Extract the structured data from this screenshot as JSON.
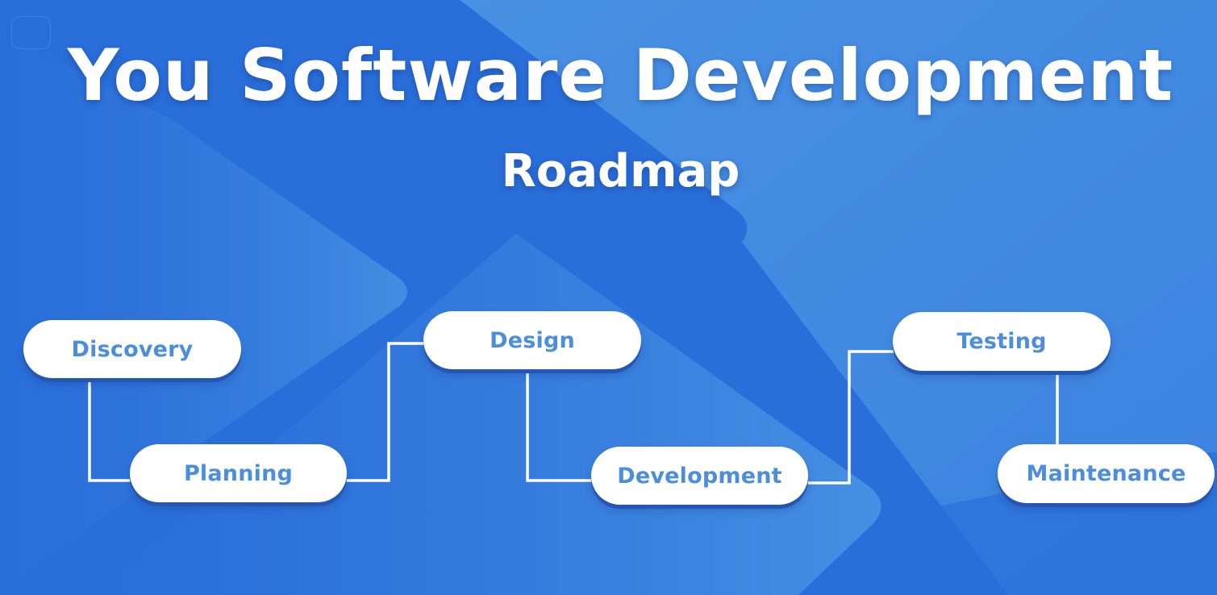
{
  "header": {
    "title": "You Software Development",
    "subtitle": "Roadmap"
  },
  "colors": {
    "background": "#2a6ed9",
    "background_light": "#4a94e3",
    "pill_fill": "#ffffff",
    "pill_text": "#4b8ede",
    "pill_shadow": "#2456b3",
    "connector": "#ffffff"
  },
  "roadmap": {
    "steps": [
      {
        "label": "Discovery",
        "order": 1
      },
      {
        "label": "Planning",
        "order": 2
      },
      {
        "label": "Design",
        "order": 3
      },
      {
        "label": "Development",
        "order": 4
      },
      {
        "label": "Testing",
        "order": 5
      },
      {
        "label": "Maintenance",
        "order": 6
      }
    ],
    "connections": [
      {
        "from": "Discovery",
        "to": "Planning"
      },
      {
        "from": "Planning",
        "to": "Design"
      },
      {
        "from": "Design",
        "to": "Development"
      },
      {
        "from": "Development",
        "to": "Testing"
      },
      {
        "from": "Testing",
        "to": "Maintenance"
      }
    ]
  }
}
